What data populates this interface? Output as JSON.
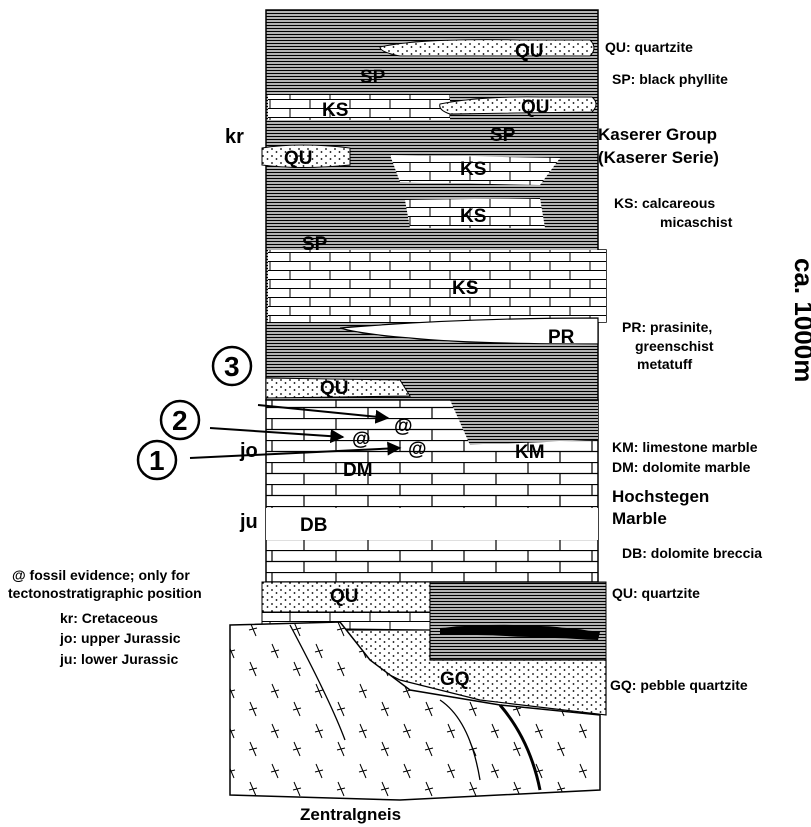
{
  "units": {
    "qu_top": "QU",
    "sp_1": "SP",
    "ks_1": "KS",
    "qu_2": "QU",
    "sp_2": "SP",
    "qu_3": "QU",
    "ks_2": "KS",
    "ks_3": "KS",
    "sp_3": "SP",
    "ks_4": "KS",
    "pr": "PR",
    "qu_4": "QU",
    "km": "KM",
    "dm": "DM",
    "db": "DB",
    "qu_5": "QU",
    "gq": "GQ",
    "fossil_1": "@",
    "fossil_2": "@",
    "fossil_3": "@"
  },
  "markers": {
    "m1": "1",
    "m2": "2",
    "m3": "3"
  },
  "ages": {
    "kr": "kr",
    "jo": "jo",
    "ju": "ju"
  },
  "legend_right": {
    "qu": "QU: quartzite",
    "sp": "SP: black phyllite",
    "kaserer_1": "Kaserer Group",
    "kaserer_2": "(Kaserer Serie)",
    "ks_1": "KS: calcareous",
    "ks_2": "micaschist",
    "pr_1": "PR: prasinite,",
    "pr_2": "greenschist",
    "pr_3": "metatuff",
    "km": "KM: limestone marble",
    "dm": "DM: dolomite marble",
    "hoch_1": "Hochstegen",
    "hoch_2": "Marble",
    "db": "DB: dolomite breccia",
    "qu2": "QU: quartzite",
    "gq": "GQ: pebble quartzite"
  },
  "thickness": "ca. 1000m",
  "legend_left": {
    "fossil_1": "@  fossil evidence; only for",
    "fossil_2": "tectonostratigraphic position",
    "kr": "kr: Cretaceous",
    "jo": "jo: upper Jurassic",
    "ju": "ju: lower Jurassic"
  },
  "basement": "Zentralgneis"
}
